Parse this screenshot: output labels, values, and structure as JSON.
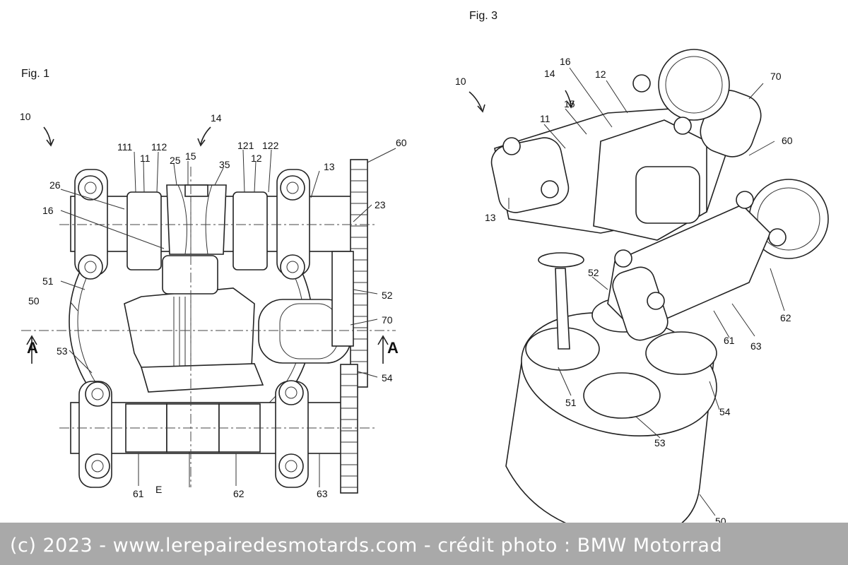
{
  "figures": {
    "fig1": {
      "title": "Fig. 1",
      "section_marker": "A",
      "labels": [
        "10",
        "14",
        "111",
        "11",
        "112",
        "25",
        "15",
        "35",
        "121",
        "12",
        "122",
        "13",
        "60",
        "26",
        "23",
        "16",
        "51",
        "52",
        "50",
        "70",
        "53",
        "54",
        "61",
        "E",
        "62",
        "63"
      ]
    },
    "fig3": {
      "title": "Fig. 3",
      "labels": [
        "16",
        "12",
        "14",
        "70",
        "10",
        "15",
        "11",
        "60",
        "13",
        "52",
        "62",
        "61",
        "63",
        "51",
        "54",
        "53",
        "50"
      ]
    }
  },
  "watermark": {
    "text": "(c) 2023 - www.lerepairedesmotards.com - crédit photo : BMW Motorrad"
  }
}
